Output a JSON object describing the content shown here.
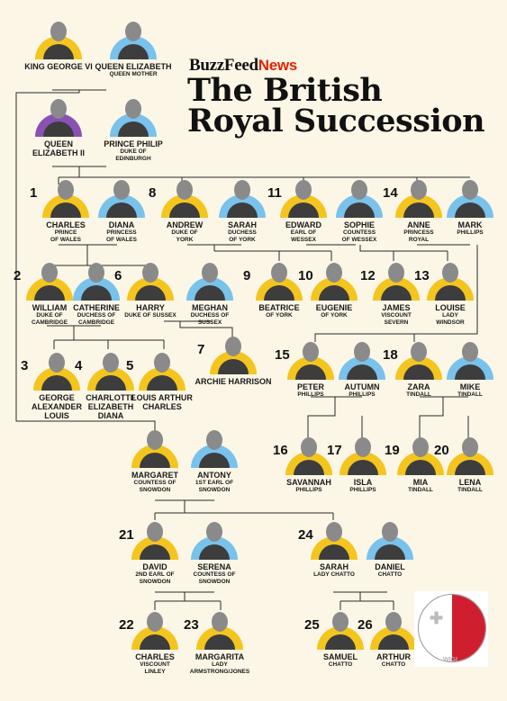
{
  "brand": {
    "name": "BuzzFeed",
    "suffix": "News"
  },
  "title": {
    "line1": "The British",
    "line2": "Royal Succession"
  },
  "people": [
    {
      "id": "king-george-vi",
      "rank": "",
      "name": [
        "KING GEORGE VI"
      ],
      "sub": [],
      "accent": "yellow"
    },
    {
      "id": "queen-elizabeth-queen-mother",
      "rank": "",
      "name": [
        "QUEEN ELIZABETH"
      ],
      "sub": [
        "QUEEN MOTHER"
      ],
      "accent": "blue"
    },
    {
      "id": "queen-elizabeth-ii",
      "rank": "",
      "name": [
        "QUEEN",
        "ELIZABETH II"
      ],
      "sub": [],
      "accent": "purple"
    },
    {
      "id": "prince-philip",
      "rank": "",
      "name": [
        "PRINCE PHILIP"
      ],
      "sub": [
        "DUKE OF",
        "EDINBURGH"
      ],
      "accent": "blue"
    },
    {
      "id": "charles",
      "rank": "1",
      "name": [
        "CHARLES"
      ],
      "sub": [
        "PRINCE",
        "OF WALES"
      ],
      "accent": "yellow"
    },
    {
      "id": "diana",
      "rank": "",
      "name": [
        "DIANA"
      ],
      "sub": [
        "PRINCESS",
        "OF WALES"
      ],
      "accent": "blue"
    },
    {
      "id": "andrew",
      "rank": "8",
      "name": [
        "ANDREW"
      ],
      "sub": [
        "DUKE OF",
        "YORK"
      ],
      "accent": "yellow"
    },
    {
      "id": "sarah-duchess-of-york",
      "rank": "",
      "name": [
        "SARAH"
      ],
      "sub": [
        "DUCHESS",
        "OF YORK"
      ],
      "accent": "blue"
    },
    {
      "id": "edward",
      "rank": "11",
      "name": [
        "EDWARD"
      ],
      "sub": [
        "EARL OF",
        "WESSEX"
      ],
      "accent": "yellow"
    },
    {
      "id": "sophie",
      "rank": "",
      "name": [
        "SOPHIE"
      ],
      "sub": [
        "COUNTESS",
        "OF WESSEX"
      ],
      "accent": "blue"
    },
    {
      "id": "anne",
      "rank": "14",
      "name": [
        "ANNE"
      ],
      "sub": [
        "PRINCESS",
        "ROYAL"
      ],
      "accent": "yellow"
    },
    {
      "id": "mark",
      "rank": "",
      "name": [
        "MARK"
      ],
      "sub": [
        "PHILLIPS"
      ],
      "accent": "blue"
    },
    {
      "id": "william",
      "rank": "2",
      "name": [
        "WILLIAM"
      ],
      "sub": [
        "DUKE OF",
        "CAMBRIDGE"
      ],
      "accent": "yellow"
    },
    {
      "id": "catherine",
      "rank": "",
      "name": [
        "CATHERINE"
      ],
      "sub": [
        "DUCHESS OF",
        "CAMBRIDGE"
      ],
      "accent": "blue"
    },
    {
      "id": "harry",
      "rank": "6",
      "name": [
        "HARRY"
      ],
      "sub": [
        "DUKE OF SUSSEX"
      ],
      "accent": "yellow"
    },
    {
      "id": "meghan",
      "rank": "",
      "name": [
        "MEGHAN"
      ],
      "sub": [
        "DUCHESS OF",
        "SUSSEX"
      ],
      "accent": "blue"
    },
    {
      "id": "beatrice",
      "rank": "9",
      "name": [
        "BEATRICE"
      ],
      "sub": [
        "OF YORK"
      ],
      "accent": "yellow"
    },
    {
      "id": "eugenie",
      "rank": "10",
      "name": [
        "EUGENIE"
      ],
      "sub": [
        "OF YORK"
      ],
      "accent": "yellow"
    },
    {
      "id": "james",
      "rank": "12",
      "name": [
        "JAMES"
      ],
      "sub": [
        "VISCOUNT",
        "SEVERN"
      ],
      "accent": "yellow"
    },
    {
      "id": "louise",
      "rank": "13",
      "name": [
        "LOUISE"
      ],
      "sub": [
        "LADY",
        "WINDSOR"
      ],
      "accent": "yellow"
    },
    {
      "id": "archie",
      "rank": "7",
      "name": [
        "ARCHIE HARRISON"
      ],
      "sub": [],
      "accent": "yellow"
    },
    {
      "id": "george",
      "rank": "3",
      "name": [
        "GEORGE",
        "ALEXANDER",
        "LOUIS"
      ],
      "sub": [],
      "accent": "yellow"
    },
    {
      "id": "charlotte",
      "rank": "4",
      "name": [
        "CHARLOTTE",
        "ELIZABETH",
        "DIANA"
      ],
      "sub": [],
      "accent": "yellow"
    },
    {
      "id": "louis",
      "rank": "5",
      "name": [
        "LOUIS ARTHUR",
        "CHARLES"
      ],
      "sub": [],
      "accent": "yellow"
    },
    {
      "id": "peter",
      "rank": "15",
      "name": [
        "PETER"
      ],
      "sub": [
        "PHILLIPS"
      ],
      "accent": "yellow"
    },
    {
      "id": "autumn",
      "rank": "",
      "name": [
        "AUTUMN"
      ],
      "sub": [
        "PHILLIPS"
      ],
      "accent": "blue"
    },
    {
      "id": "zara",
      "rank": "18",
      "name": [
        "ZARA"
      ],
      "sub": [
        "TINDALL"
      ],
      "accent": "yellow"
    },
    {
      "id": "mike",
      "rank": "",
      "name": [
        "MIKE"
      ],
      "sub": [
        "TINDALL"
      ],
      "accent": "blue"
    },
    {
      "id": "savannah",
      "rank": "16",
      "name": [
        "SAVANNAH"
      ],
      "sub": [
        "PHILLIPS"
      ],
      "accent": "yellow"
    },
    {
      "id": "isla",
      "rank": "17",
      "name": [
        "ISLA"
      ],
      "sub": [
        "PHILLIPS"
      ],
      "accent": "yellow"
    },
    {
      "id": "mia",
      "rank": "19",
      "name": [
        "MIA"
      ],
      "sub": [
        "TINDALL"
      ],
      "accent": "yellow"
    },
    {
      "id": "lena",
      "rank": "20",
      "name": [
        "LENA"
      ],
      "sub": [
        "TINDALL"
      ],
      "accent": "yellow"
    },
    {
      "id": "margaret",
      "rank": "",
      "name": [
        "MARGARET"
      ],
      "sub": [
        "COUNTESS OF",
        "SNOWDON"
      ],
      "accent": "yellow"
    },
    {
      "id": "antony",
      "rank": "",
      "name": [
        "ANTONY"
      ],
      "sub": [
        "1ST EARL OF",
        "SNOWDON"
      ],
      "accent": "blue"
    },
    {
      "id": "david",
      "rank": "21",
      "name": [
        "DAVID"
      ],
      "sub": [
        "2ND EARL OF",
        "SNOWDON"
      ],
      "accent": "yellow"
    },
    {
      "id": "serena",
      "rank": "",
      "name": [
        "SERENA"
      ],
      "sub": [
        "COUNTESS OF",
        "SNOWDON"
      ],
      "accent": "blue"
    },
    {
      "id": "sarah-chatto",
      "rank": "24",
      "name": [
        "SARAH"
      ],
      "sub": [
        "LADY CHATTO"
      ],
      "accent": "yellow"
    },
    {
      "id": "daniel",
      "rank": "",
      "name": [
        "DANIEL"
      ],
      "sub": [
        "CHATTO"
      ],
      "accent": "blue"
    },
    {
      "id": "charles-linley",
      "rank": "22",
      "name": [
        "CHARLES"
      ],
      "sub": [
        "VISCOUNT",
        "LINLEY"
      ],
      "accent": "yellow"
    },
    {
      "id": "margarita",
      "rank": "23",
      "name": [
        "MARGARITA"
      ],
      "sub": [
        "LADY",
        "ARMSTRONG/JONES"
      ],
      "accent": "yellow"
    },
    {
      "id": "samuel",
      "rank": "25",
      "name": [
        "SAMUEL"
      ],
      "sub": [
        "CHATTO"
      ],
      "accent": "yellow"
    },
    {
      "id": "arthur",
      "rank": "26",
      "name": [
        "ARTHUR"
      ],
      "sub": [
        "CHATTO"
      ],
      "accent": "yellow"
    }
  ],
  "watermark": {
    "text": "WIGI"
  }
}
